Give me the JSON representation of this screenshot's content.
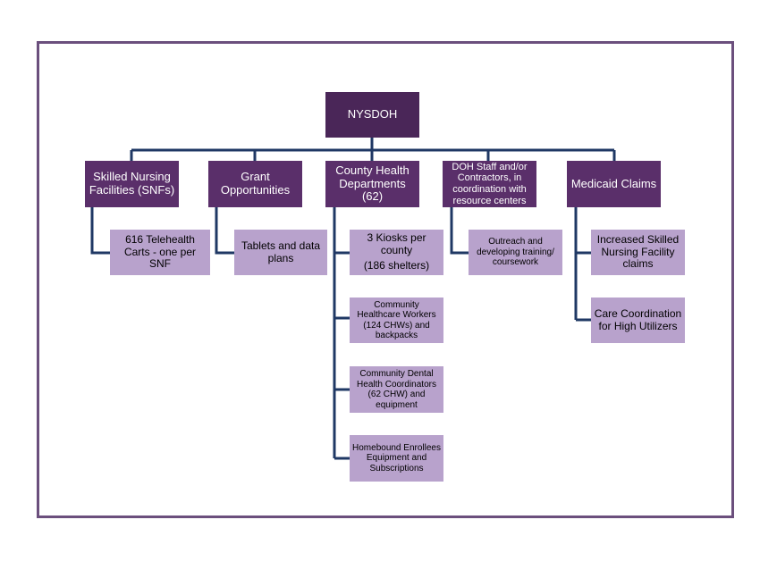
{
  "root": {
    "label": "NYSDOH"
  },
  "branches": [
    {
      "label": "Skilled Nursing Facilities (SNFs)",
      "children": [
        "616 Telehealth Carts - one per SNF"
      ]
    },
    {
      "label": "Grant Opportunities",
      "children": [
        "Tablets and data plans"
      ]
    },
    {
      "label": "County Health Departments (62)",
      "children": [
        {
          "line1": "3 Kiosks per county",
          "line2": "(186 shelters)"
        },
        "Community Healthcare Workers (124 CHWs) and backpacks",
        "Community Dental Health Coordinators (62 CHW) and equipment",
        "Homebound Enrollees Equipment and Subscriptions"
      ]
    },
    {
      "label": "DOH Staff and/or Contractors, in coordination with resource centers",
      "children": [
        "Outreach and developing training/ coursework"
      ]
    },
    {
      "label": "Medicaid Claims",
      "children": [
        "Increased Skilled Nursing Facility claims",
        "Care Coordination for High Utilizers"
      ]
    }
  ],
  "colors": {
    "connector": "#1f3864",
    "branch": "#5a2f6a",
    "leaf": "#b8a2cc",
    "frame": "#6b4f7d"
  }
}
